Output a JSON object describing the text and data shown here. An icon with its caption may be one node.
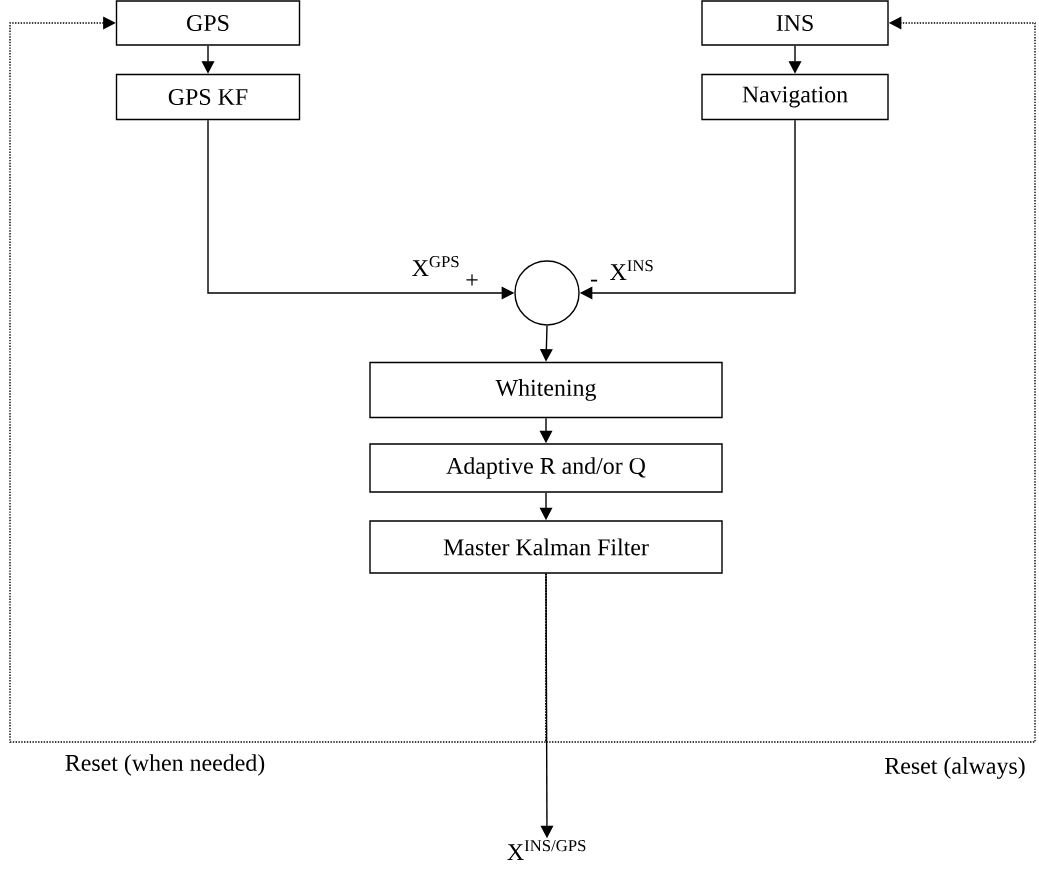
{
  "diagram": {
    "nodes": [
      {
        "text": [
          "GPS"
        ]
      },
      {
        "text": [
          "GPS KF"
        ]
      },
      {
        "text": [
          "INS"
        ]
      },
      {
        "text": [
          "Navigation"
        ]
      },
      {
        "text": [],
        "shape": "circle"
      },
      {
        "text": [
          "Whitening"
        ]
      },
      {
        "text": [
          "Adaptive R and/or Q"
        ]
      },
      {
        "text": [
          "Master Kalman Filter"
        ]
      },
      {
        "text": [
          "X$^{INS/GPS}$"
        ]
      }
    ],
    "edges": [
      {
        "from": 0,
        "to": 1,
        "arrow": "to"
      },
      {
        "from": 1,
        "to": 4,
        "arrow": "to",
        "label": "X$^{GPS}$"
      },
      {
        "from": 2,
        "to": 3,
        "arrow": "to"
      },
      {
        "from": 3,
        "to": 4,
        "arrow": "to",
        "label": "X$^{INS}$"
      },
      {
        "from": 4,
        "to": 5,
        "arrow": "to"
      },
      {
        "from": 5,
        "to": 6,
        "arrow": "to"
      },
      {
        "from": 6,
        "to": 7,
        "arrow": "to"
      },
      {
        "from": 7,
        "to": 8,
        "arrow": "to"
      },
      {
        "from": 7,
        "to": 0,
        "arrow": "to",
        "style": "dashed",
        "label": "Reset (when needed)"
      },
      {
        "from": 7,
        "to": 2,
        "arrow": "to",
        "style": "dashed",
        "label": "Reset (always)"
      }
    ],
    "labels": [
      "+",
      "-"
    ]
  }
}
